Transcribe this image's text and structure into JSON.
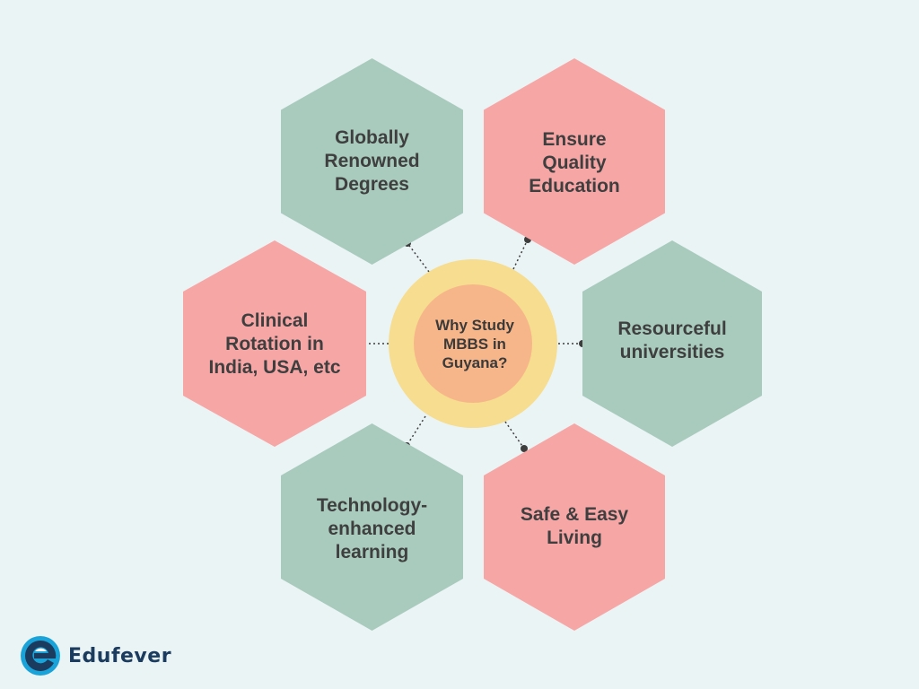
{
  "center": {
    "text": "Why Study\nMBBS in\nGuyana?"
  },
  "items": [
    {
      "id": "globally-renowned-degrees",
      "text": "Globally\nRenowned\nDegrees",
      "color": "green"
    },
    {
      "id": "ensure-quality-education",
      "text": "Ensure\nQuality\nEducation",
      "color": "pink"
    },
    {
      "id": "resourceful-universities",
      "text": "Resourceful\nuniversities",
      "color": "green"
    },
    {
      "id": "safe-easy-living",
      "text": "Safe & Easy\nLiving",
      "color": "pink"
    },
    {
      "id": "technology-enhanced-learning",
      "text": "Technology-\nenhanced\nlearning",
      "color": "green"
    },
    {
      "id": "clinical-rotation",
      "text": "Clinical\nRotation in\nIndia, USA, etc",
      "color": "pink"
    }
  ],
  "colors": {
    "background": "#ebf4f5",
    "green": "#a9cbbd",
    "pink": "#f7a6a6",
    "center_outer": "#f6dd8f",
    "center_inner": "#f7b68a",
    "connector": "#3d3d3d",
    "text": "#3f3f3f"
  },
  "logo": {
    "text": "Edufever",
    "icon": "edufever-e-logo-icon",
    "color": "#1b3c5e",
    "accent": "#1aa3d9"
  }
}
